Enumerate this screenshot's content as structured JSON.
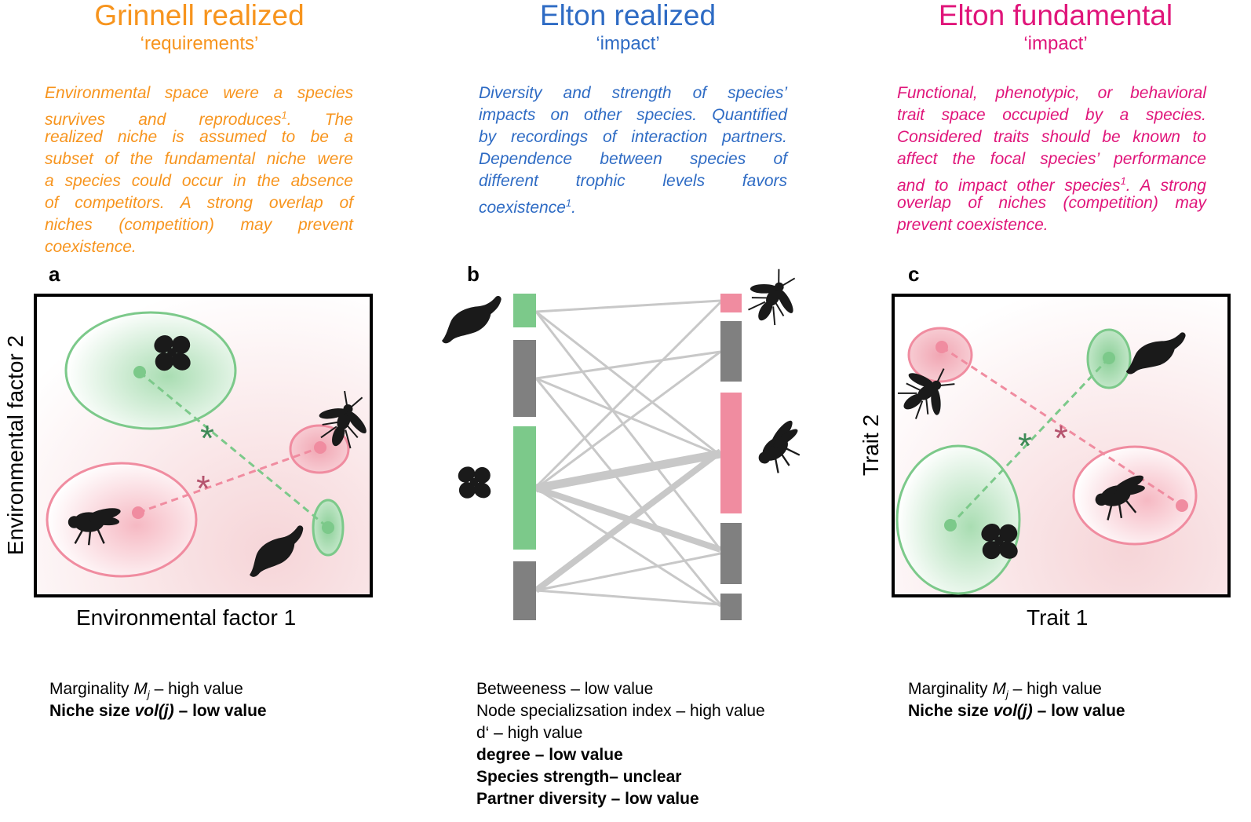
{
  "columns": [
    {
      "title": "Grinnell realized",
      "subtitle": "‘requirements’",
      "color": "#F7941D",
      "description_lines": [
        "Environmental space were a species",
        "survives and reproduces",
        "realized niche is assumed to be a",
        "subset of the fundamental niche were",
        "a species could occur in the absence",
        "of competitors. A strong overlap of",
        "niches (competition) may prevent",
        "coexistence."
      ],
      "description_sup_after": "1",
      "description_line2_tail": ". The",
      "panel_letter": "a",
      "xlabel": "Environmental factor 1",
      "ylabel": "Environmental factor 2",
      "metrics": {
        "line1_prefix": "Marginality ",
        "line1_symbol": "M",
        "line1_sub": "j",
        "line1_suffix": " – high value",
        "line2_prefix": "Niche size ",
        "line2_symbol": "vol(j)",
        "line2_suffix": " – low value"
      }
    },
    {
      "title": "Elton realized",
      "subtitle": "‘impact’",
      "color": "#2E6BC4",
      "description_lines": [
        "Diversity and strength of species’",
        "impacts on other species. Quantified",
        "by recordings of interaction partners.",
        "Dependence between species of",
        "different trophic levels favors",
        "coexistence"
      ],
      "description_sup": "1",
      "description_end": ".",
      "panel_letter": "b",
      "metrics": [
        "Betweeness – low value",
        "Node specializsation index – high value",
        "d‘ – high value",
        "degree – low value",
        "Species strength– unclear",
        "Partner diversity – low value"
      ]
    },
    {
      "title": "Elton fundamental",
      "subtitle": "‘impact’",
      "color": "#E0157A",
      "description_lines": [
        "Functional, phenotypic, or behavioral",
        "trait space occupied by a species.",
        "Considered traits should be known to",
        "affect the focal species’ performance",
        "and to impact other species",
        "overlap of niches (competition) may",
        "prevent coexistence."
      ],
      "description_sup": "1",
      "description_line5_tail": ". A strong",
      "panel_letter": "c",
      "xlabel": "Trait 1",
      "ylabel": "Trait 2",
      "metrics": {
        "line1_prefix": "Marginality ",
        "line1_symbol": "M",
        "line1_sub": "j",
        "line1_suffix": " – high value",
        "line2_prefix": "Niche size ",
        "line2_symbol": "vol(j)",
        "line2_suffix": " – low value"
      }
    }
  ],
  "colors": {
    "green": "#7CC98A",
    "green_dark": "#3E8A57",
    "pink": "#F08CA0",
    "pink_dark": "#B5546E",
    "gray": "#808080",
    "link": "#C8C8C8",
    "silhouette": "#1A1A1A"
  },
  "icons": [
    "flower-silhouette-icon",
    "fly-silhouette-icon",
    "wasp-silhouette-icon",
    "bird-silhouette-icon"
  ]
}
